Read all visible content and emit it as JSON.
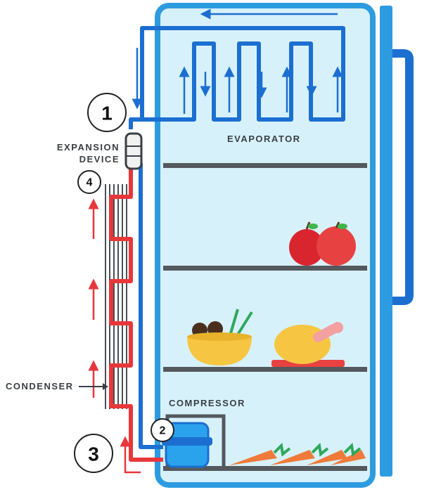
{
  "labels": {
    "evaporator": "EVAPORATOR",
    "expansion_line1": "EXPANSION",
    "expansion_line2": "DEVICE",
    "condenser": "CONDENSER",
    "compressor": "COMPRESSOR"
  },
  "steps": [
    "1",
    "2",
    "3",
    "4"
  ],
  "colors": {
    "fridge_fill": "#d7f1fb",
    "fridge_outline": "#2d9be0",
    "cold_pipe": "#1c6fd1",
    "hot_pipe": "#e8373a",
    "shelf": "#54595e",
    "coil": "#4a4f54"
  }
}
